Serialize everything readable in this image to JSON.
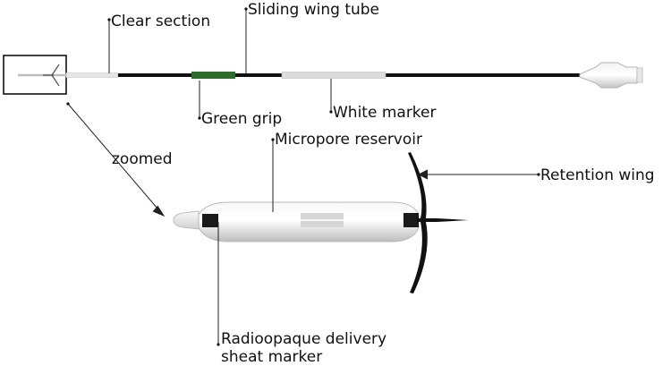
{
  "labels": {
    "clear_section": "Clear section",
    "sliding_wing_tube": "Sliding wing tube",
    "green_grip": "Green grip",
    "white_marker": "White marker",
    "zoomed": "zoomed",
    "micropore_reservoir": "Micropore reservoir",
    "retention_wing": "Retention wing",
    "radiopaque_line1": "Radioopaque delivery",
    "radiopaque_line2": "sheat marker"
  },
  "colors": {
    "tube": "#111111",
    "grip": "#2f6b2c",
    "white_marker": "#dcdcdc",
    "clear_section": "#e6e6e6",
    "radiopaque_band": "#1a1a1a",
    "wing": "#111111",
    "reservoir_body": "#e8e8e8",
    "leader": "#222222"
  }
}
